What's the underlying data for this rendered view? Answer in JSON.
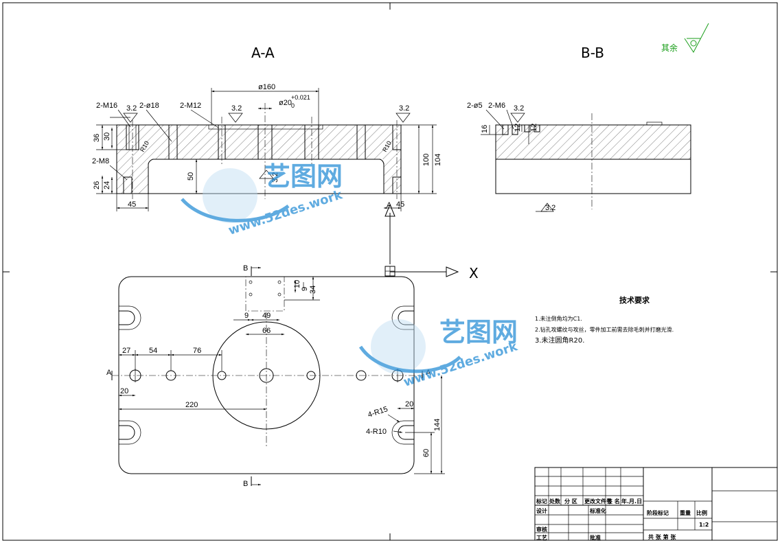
{
  "views": {
    "section_aa": "A-A",
    "section_bb": "B-B",
    "roughness_other": "其余",
    "roughness_value": "3.2"
  },
  "aa_labels": {
    "m16": "2-M16",
    "phi18": "2-ø18",
    "m12": "2-M12",
    "m8": "2-M8",
    "phi160": "ø160",
    "phi20": "ø20",
    "tol_upper": "+0.021",
    "tol_lower": "0",
    "d36": "36",
    "d30": "30",
    "d26": "26",
    "d24": "24",
    "d50": "50",
    "d100": "100",
    "d104": "104",
    "d45": "45",
    "r10": "R10"
  },
  "bb_labels": {
    "phi5": "2-ø5",
    "m6": "2-M6",
    "d16": "16",
    "d12": "12"
  },
  "plan_labels": {
    "sec_b": "B",
    "sec_a": "A",
    "axis_x": "X",
    "d10": "10",
    "d9": "9",
    "d34": "34",
    "d9b": "9",
    "d49": "49",
    "d66": "66",
    "d27": "27",
    "d54": "54",
    "d76": "76",
    "d20": "20",
    "d220": "220",
    "d20b": "20",
    "r15": "4-R15",
    "r10": "4-R10",
    "d144": "144",
    "d60": "60"
  },
  "tech": {
    "title": "技术要求",
    "item1": "1.未注倒角均为C1.",
    "item2": "2.钻孔攻螺纹与攻丝，零件加工前需去除毛刺并打磨光滑.",
    "item3": "3.未注圆角R20."
  },
  "titleblock": {
    "r1": [
      "标记",
      "处数",
      "分 区",
      "更改文件号",
      "签 名",
      "年.月.日"
    ],
    "design": "设计",
    "standard": "标准化",
    "stage": "阶段标记",
    "weight": "重量",
    "scale": "比例",
    "scale_value": "1:2",
    "review": "审核",
    "process": "工艺",
    "approve": "批准",
    "sheets": "共  张  第  张"
  },
  "watermark": {
    "logo": "艺图网",
    "url": "www.52des.work"
  },
  "colors": {
    "line": "#000000",
    "roughness_mark": "#1a9e1a",
    "watermark": "#2a8fd6"
  }
}
